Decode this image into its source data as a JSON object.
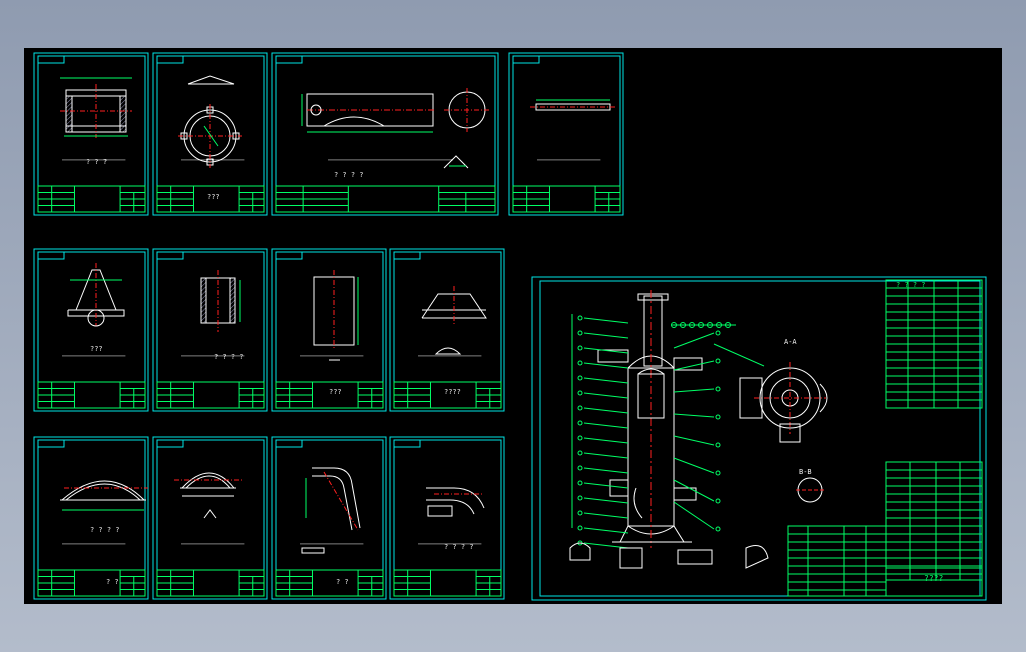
{
  "colors": {
    "background": "#000000",
    "frame": "#00e5e5",
    "part": "#ffffff",
    "centerline": "#ff2020",
    "dimension": "#00ff66",
    "hatch": "#d0d0ff",
    "text": "#00ff66"
  },
  "sheets": [
    {
      "id": "s1",
      "caption": "? ? ?"
    },
    {
      "id": "s2",
      "caption": "???"
    },
    {
      "id": "s3",
      "caption": "? ? ? ?"
    },
    {
      "id": "s4",
      "caption": ""
    },
    {
      "id": "s5",
      "caption": "???"
    },
    {
      "id": "s6",
      "caption": "? ? ? ?"
    },
    {
      "id": "s7",
      "caption": "???"
    },
    {
      "id": "s8",
      "caption": "????"
    },
    {
      "id": "s9",
      "caption": "? ? ? ?"
    },
    {
      "id": "s10",
      "caption": "? ?"
    },
    {
      "id": "s11",
      "caption": "? ?"
    },
    {
      "id": "s12",
      "caption": "? ? ? ?"
    }
  ],
  "assembly": {
    "title_block": "????",
    "header_text": "? ? ? ?",
    "detail_a": "A-A",
    "detail_b": "B-B"
  }
}
